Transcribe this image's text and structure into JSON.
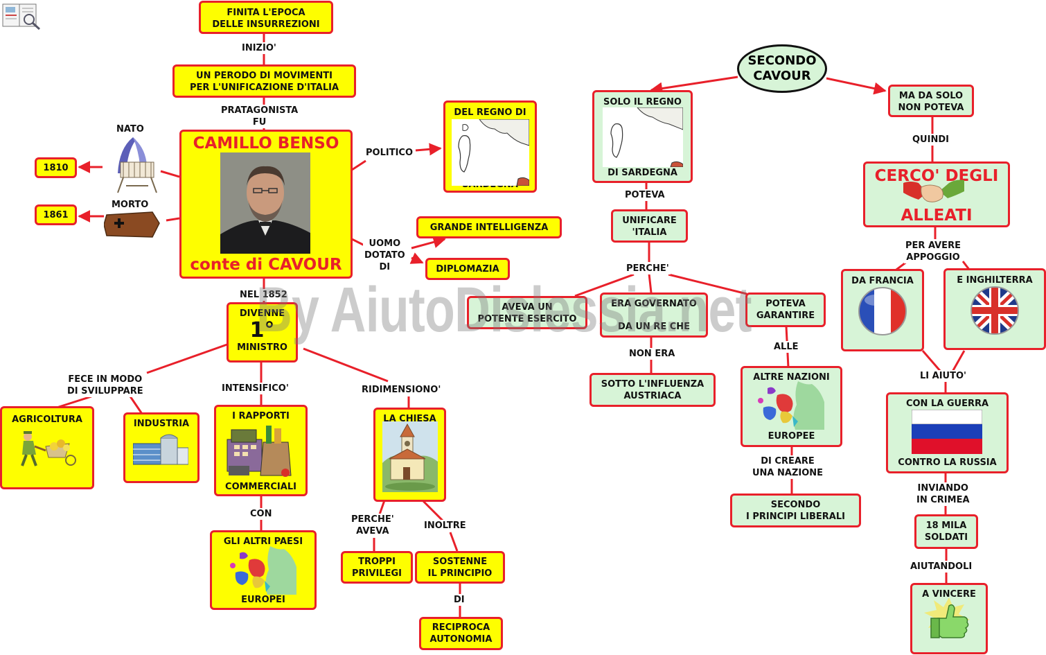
{
  "colors": {
    "line": "#e8202a",
    "box_yellow": "#fefe00",
    "box_green": "#d7f4d7",
    "title_red": "#e8202a"
  },
  "icons": [
    "book-icon",
    "cradle-icon",
    "coffin-icon",
    "portrait-image",
    "sardinia-map",
    "farmer-icon",
    "factory-icon",
    "market-icon",
    "europe-map",
    "church-icon",
    "handshake-icon",
    "france-flag",
    "uk-flag",
    "russia-flag",
    "thumbs-up-icon"
  ],
  "nodes": {
    "insurrezioni": "FINITA L'EPOCA\nDELLE INSURREZIONI",
    "movimenti": "UN PERODO DI MOVIMENTI\nPER L'UNIFICAZIONE D'ITALIA",
    "camillo_title": "CAMILLO BENSO",
    "camillo_sub": "conte di CAVOUR",
    "anno1810": "1810",
    "anno1861": "1861",
    "regno_top": "DEL REGNO DI",
    "regno_bottom": "SARDEGNA",
    "intelligenza": "GRANDE INTELLIGENZA",
    "diplomazia": "DIPLOMAZIA",
    "ministro_top": "DIVENNE",
    "ministro_big": "1°",
    "ministro_bottom": "MINISTRO",
    "agricoltura": "AGRICOLTURA",
    "industria": "INDUSTRIA",
    "rapporti_top": "I RAPPORTI",
    "rapporti_bottom": "COMMERCIALI",
    "paesi_top": "GLI ALTRI PAESI",
    "paesi_bottom": "EUROPEI",
    "chiesa": "LA CHIESA",
    "privilegi": "TROPPI\nPRIVILEGI",
    "sostenne": "SOSTENNE\nIL PRINCIPIO",
    "reciproca": "RECIPROCA\nAUTONOMIA",
    "secondo_cavour": "SECONDO\nCAVOUR",
    "solo_regno_top": "SOLO IL REGNO",
    "solo_regno_bottom": "DI SARDEGNA",
    "unificare": "UNIFICARE\n'ITALIA",
    "esercito": "AVEVA UN\nPOTENTE ESERCITO",
    "governato_top": "ERA GOVERNATO",
    "governato_bottom": "DA UN RE CHE",
    "garantire": "POTEVA\nGARANTIRE",
    "austriaca": "SOTTO L'INFLUENZA\nAUSTRIACA",
    "nazioni_top": "ALTRE NAZIONI",
    "nazioni_bottom": "EUROPEE",
    "liberali": "SECONDO\nI PRINCIPI LIBERALI",
    "non_poteva": "MA DA SOLO\nNON POTEVA",
    "alleati_top": "CERCO' DEGLI",
    "alleati_bottom": "ALLEATI",
    "francia": "DA FRANCIA",
    "inghilterra": "E INGHILTERRA",
    "guerra_top": "CON LA GUERRA",
    "guerra_bottom": "CONTRO LA RUSSIA",
    "soldati": "18 MILA\nSOLDATI",
    "vincere": "A VINCERE"
  },
  "labels": {
    "inizio": "INIZIO'",
    "protagonista": "PRATAGONISTA\nFU",
    "nato": "NATO",
    "morto": "MORTO",
    "politico": "POLITICO",
    "uomo_dotato": "UOMO\nDOTATO\nDI",
    "nel1852": "NEL 1852",
    "fece": "FECE IN MODO\nDI SVILUPPARE",
    "intensifico": "INTENSIFICO'",
    "ridimensiono": "RIDIMENSIONO'",
    "con": "CON",
    "perche_aveva": "PERCHE'\nAVEVA",
    "inoltre": "INOLTRE",
    "di": "DI",
    "poteva": "POTEVA",
    "perche": "PERCHE'",
    "non_era": "NON ERA",
    "alle": "ALLE",
    "di_creare": "DI CREARE\nUNA NAZIONE",
    "quindi": "QUINDI",
    "per_avere": "PER AVERE\nAPPOGGIO",
    "li_aiuto": "LI AIUTO'",
    "inviando": "INVIANDO\nIN CRIMEA",
    "aiutandoli": "AIUTANDOLI"
  },
  "watermark": "By AiutoDislessia.net"
}
